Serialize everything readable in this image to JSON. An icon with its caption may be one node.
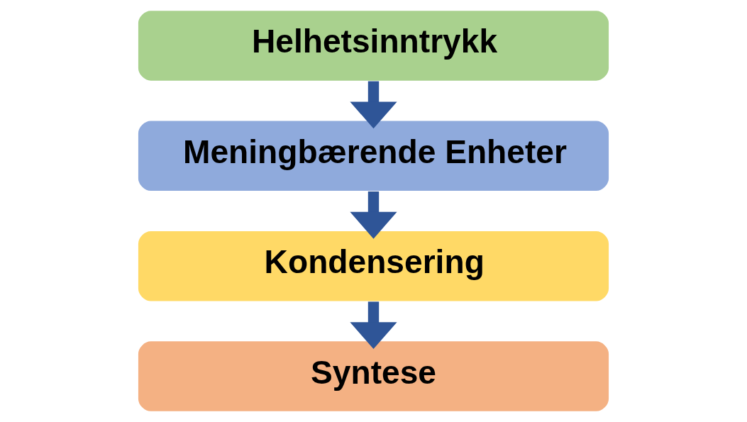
{
  "diagram": {
    "nodes": [
      {
        "text": [
          "Helhetsinntrykk"
        ]
      },
      {
        "text": [
          "Meningbærende Enheter"
        ]
      },
      {
        "text": [
          "Kondensering"
        ]
      },
      {
        "text": [
          "Syntese"
        ]
      }
    ],
    "edges": [
      {
        "from": 0,
        "to": 1,
        "arrow": "to"
      },
      {
        "from": 1,
        "to": 2,
        "arrow": "to"
      },
      {
        "from": 2,
        "to": 3,
        "arrow": "to"
      }
    ]
  }
}
